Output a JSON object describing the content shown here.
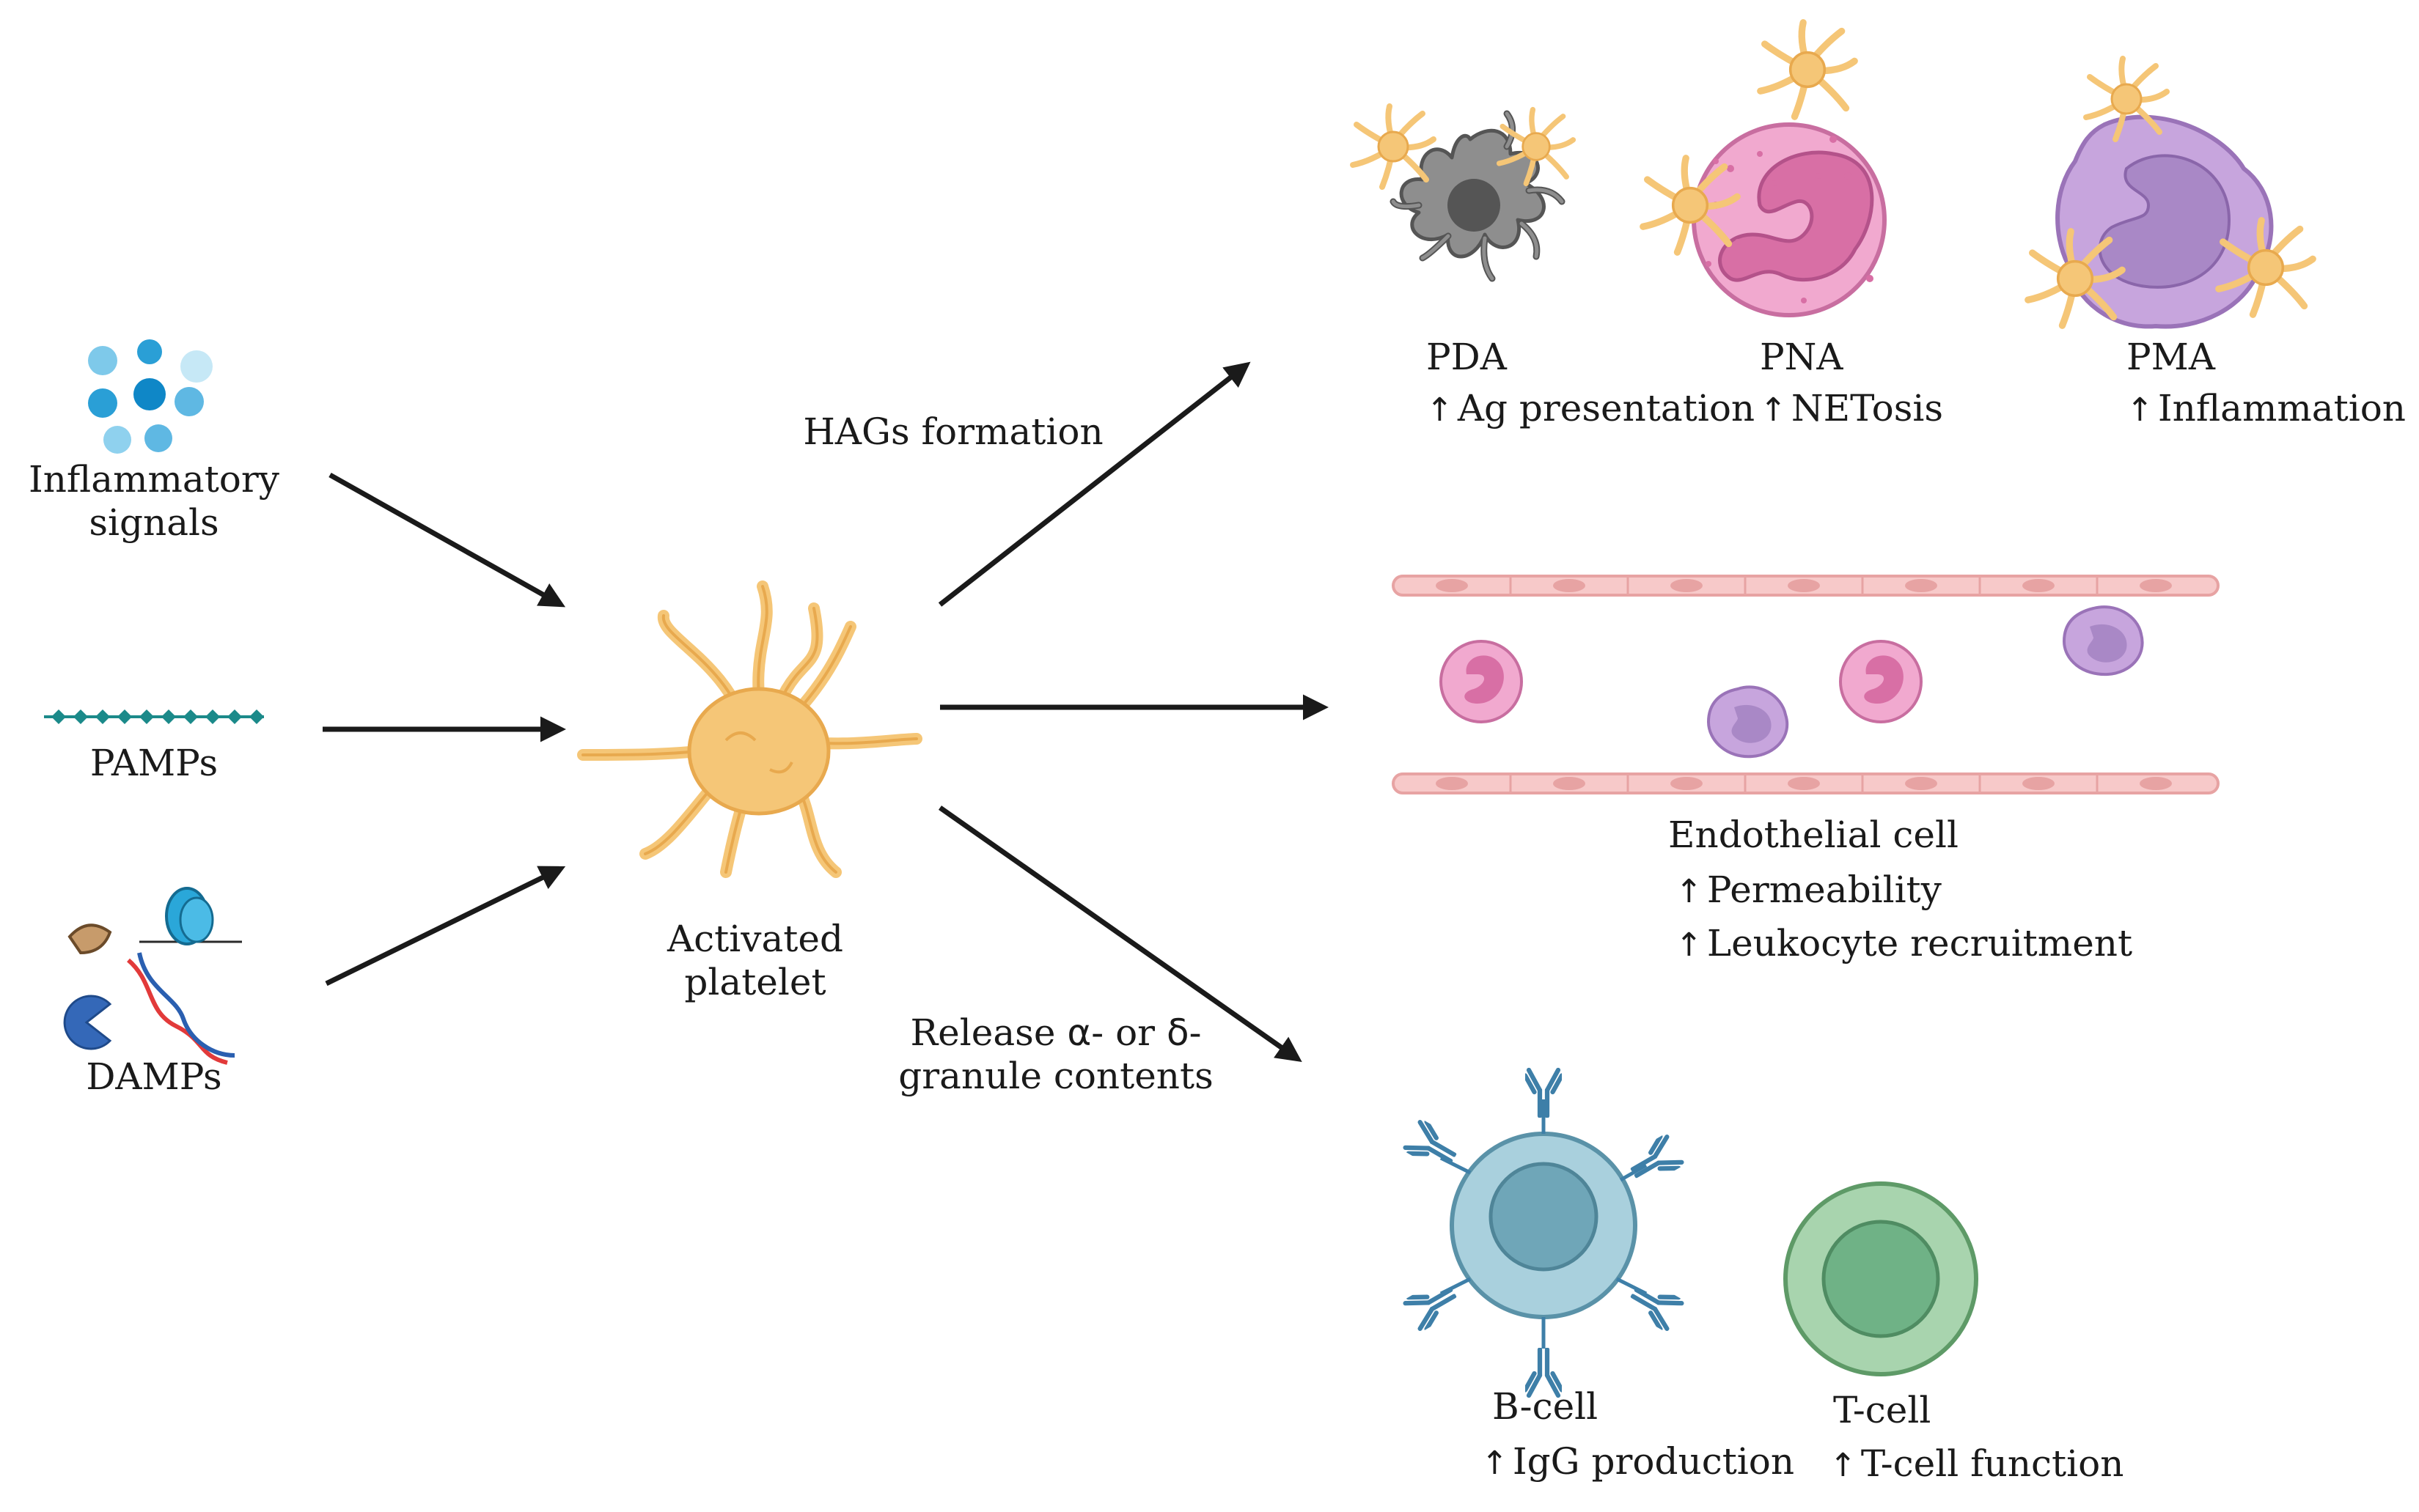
{
  "inputs": {
    "inflammatory_line1": "Inflammatory",
    "inflammatory_line2": "signals",
    "pamps": "PAMPs",
    "damps": "DAMPs"
  },
  "center": {
    "line1": "Activated",
    "line2": "platelet"
  },
  "paths": {
    "hags": "HAGs formation",
    "release_line1_a": "Release ",
    "release_alpha": "α",
    "release_line1_b": "- or ",
    "release_delta": "δ",
    "release_line1_c": "-",
    "release_line2": "granule contents"
  },
  "aggregates": {
    "pda": {
      "name": "PDA",
      "arrow": "↑",
      "effect": "Ag presentation"
    },
    "pna": {
      "name": "PNA",
      "arrow": "↑",
      "effect": "NETosis"
    },
    "pma": {
      "name": "PMA",
      "arrow": "↑",
      "effect": "Inflammation"
    }
  },
  "endothelium": {
    "title": "Endothelial cell",
    "arrow": "↑",
    "effect1": "Permeability",
    "effect2": "Leukocyte recruitment"
  },
  "lymphocytes": {
    "bcell": {
      "name": "B-cell",
      "arrow": "↑",
      "effect": "IgG production"
    },
    "tcell": {
      "name": "T-cell",
      "arrow": "↑",
      "effect": "T-cell function"
    }
  },
  "colors": {
    "platelet": "#f5c677",
    "platelet_edge": "#e8a94e",
    "neutrophil": "#f1a9cf",
    "monocyte": "#c7a5dd",
    "dendritic": "#8e8e8e",
    "endothelium": "#f7c9c9",
    "bcell": "#a9d0dd",
    "tcell": "#a8d4ae",
    "arrow": "#1a1a1a"
  }
}
